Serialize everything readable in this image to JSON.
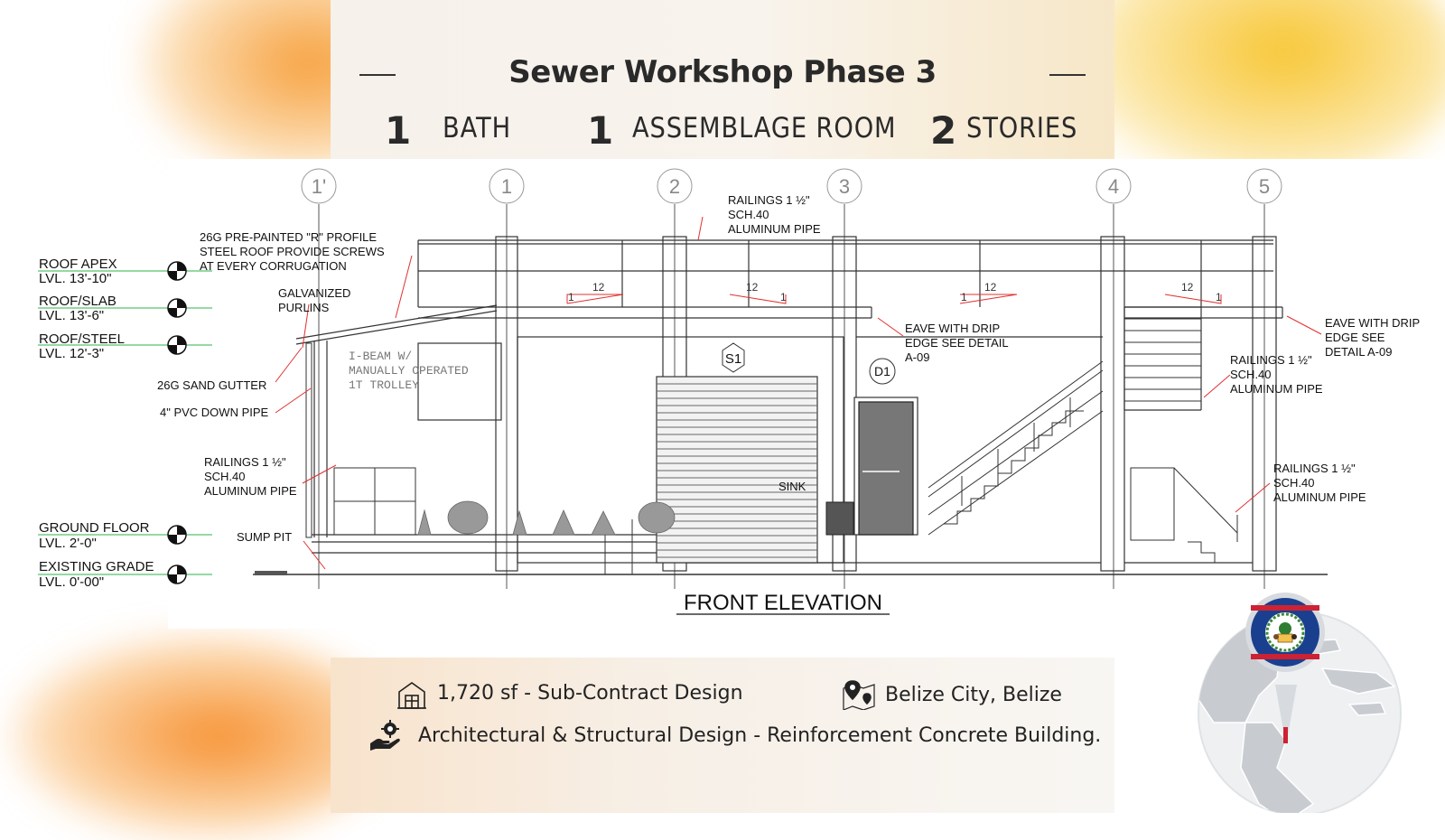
{
  "header": {
    "title": "Sewer Workshop Phase 3",
    "stats": [
      {
        "number": "1",
        "label": "BATH"
      },
      {
        "number": "1",
        "label": "ASSEMBLAGE ROOM"
      },
      {
        "number": "2",
        "label": "STORIES"
      }
    ]
  },
  "drawing": {
    "title": "FRONT ELEVATION",
    "grid_bubbles": [
      "1'",
      "1",
      "2",
      "3",
      "4",
      "5"
    ],
    "levels": [
      {
        "name": "ROOF APEX",
        "value": "LVL. 13'-10\""
      },
      {
        "name": "ROOF/SLAB",
        "value": "LVL. 13'-6\""
      },
      {
        "name": "ROOF/STEEL",
        "value": "LVL. 12'-3\""
      },
      {
        "name": "GROUND FLOOR",
        "value": "LVL. 2'-0\""
      },
      {
        "name": "EXISTING GRADE",
        "value": "LVL. 0'-00\""
      }
    ],
    "notes": {
      "roof_profile": [
        "26G PRE-PAINTED \"R\" PROFILE",
        "STEEL ROOF PROVIDE SCREWS",
        "AT EVERY CORRUGATION"
      ],
      "purlins": [
        "GALVANIZED",
        "PURLINS"
      ],
      "gutter": "26G SAND GUTTER",
      "down_pipe": "4\" PVC DOWN PIPE",
      "railings_left": [
        "RAILINGS 1 ½\"",
        "SCH.40",
        "ALUMINUM PIPE"
      ],
      "sump": "SUMP PIT",
      "railings_top": [
        "RAILINGS 1 ½\"",
        "SCH.40",
        "ALUMINUM PIPE"
      ],
      "eave_center": [
        "EAVE WITH DRIP",
        "EDGE SEE DETAIL",
        "A-09"
      ],
      "eave_right": [
        "EAVE WITH DRIP",
        "EDGE SEE",
        "DETAIL A-09"
      ],
      "railings_right_upper": [
        "RAILINGS 1 ½\"",
        "SCH.40",
        "ALUMINUM PIPE"
      ],
      "railings_right_lower": [
        "RAILINGS 1 ½\"",
        "SCH.40",
        "ALUMINUM PIPE"
      ],
      "trolley": [
        "I-BEAM W/",
        "MANUALLY OPERATED",
        "1T TROLLEY"
      ],
      "sink": "SINK",
      "door_tag": "D1",
      "shutter_tag": "S1",
      "slopes": [
        {
          "rise": "1",
          "run": "12"
        },
        {
          "rise": "1",
          "run": "12"
        },
        {
          "rise": "1",
          "run": "12"
        },
        {
          "rise": "1",
          "run": "12"
        }
      ]
    }
  },
  "footer": {
    "area": "1,720 sf - Sub-Contract Design",
    "location": "Belize City, Belize",
    "scope": "Architectural  & Structural Design -  Reinforcement Concrete Building."
  },
  "icons": [
    "building-icon",
    "map-pin-icon",
    "hand-gear-icon",
    "belize-flag-icon"
  ],
  "colors": {
    "accent_orange": "#f49a3c",
    "accent_yellow": "#f6c23c",
    "leader_red": "#e03030",
    "level_green": "#2bb34a",
    "flag_blue": "#1b3f8f",
    "flag_red": "#cc2233"
  }
}
